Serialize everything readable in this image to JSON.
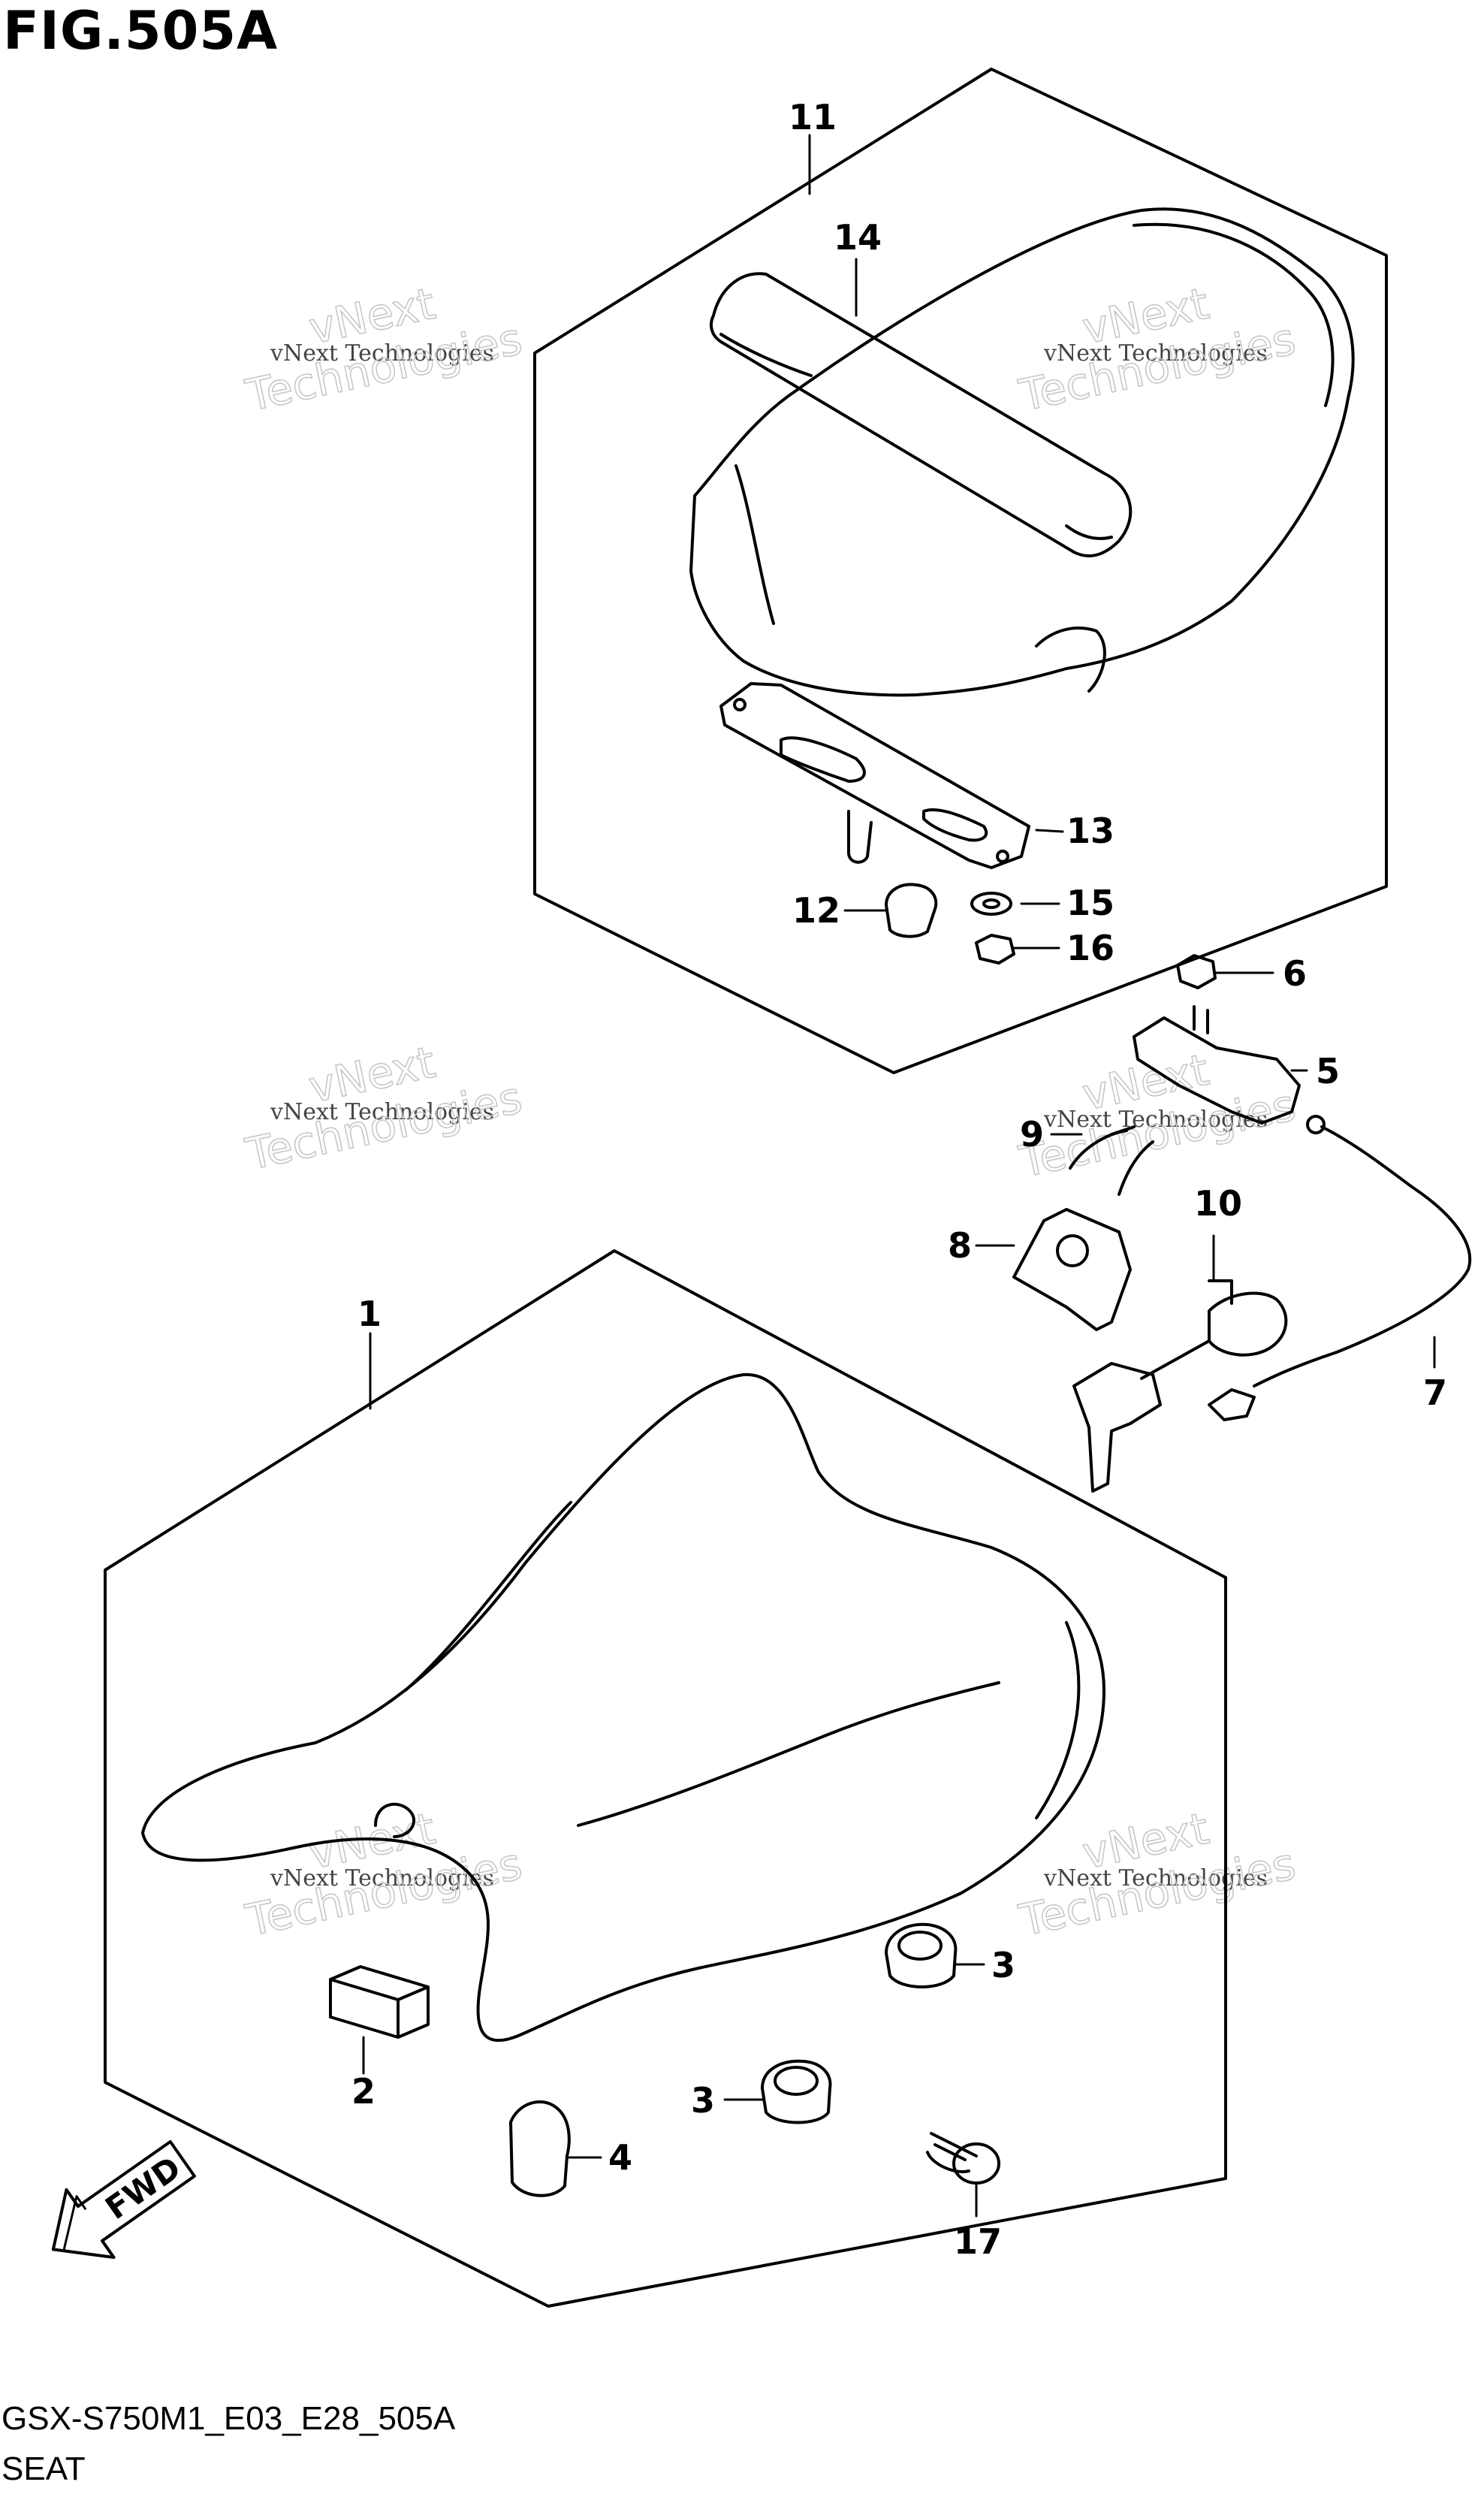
{
  "figure": {
    "title": "FIG.505A",
    "code": "GSX-S750M1_E03_E28_505A",
    "caption": "SEAT"
  },
  "watermark": {
    "line1": "vNext Technologies",
    "line2a": "vNext",
    "line2b": "Technologies"
  },
  "callouts": {
    "c1": "1",
    "c2": "2",
    "c3a": "3",
    "c3b": "3",
    "c4": "4",
    "c5": "5",
    "c6": "6",
    "c7": "7",
    "c8": "8",
    "c9": "9",
    "c10": "10",
    "c11": "11",
    "c12": "12",
    "c13": "13",
    "c14": "14",
    "c15": "15",
    "c16": "16",
    "c17": "17"
  },
  "fwd_badge": "FWD"
}
